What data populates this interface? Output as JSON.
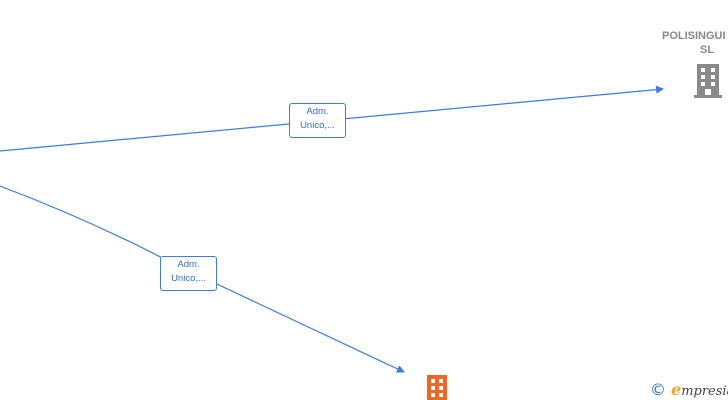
{
  "colors": {
    "edge": "#3b7dd8",
    "company_gray": "#8a8a8a",
    "company_orange": "#f26522",
    "brand_orange": "#f2a12a"
  },
  "edges": [
    {
      "label_line1": "Adm.",
      "label_line2": "Unico,..."
    },
    {
      "label_line1": "Adm.",
      "label_line2": "Unico,..."
    }
  ],
  "nodes": {
    "top_right": {
      "name_line1": "POLISINGUI",
      "name_line2": "SL",
      "icon": "building-icon",
      "color": "gray"
    },
    "bottom": {
      "icon": "building-icon",
      "color": "orange"
    }
  },
  "footer": {
    "copyright_symbol": "©",
    "brand_initial": "e",
    "brand_rest": "mpresia"
  }
}
